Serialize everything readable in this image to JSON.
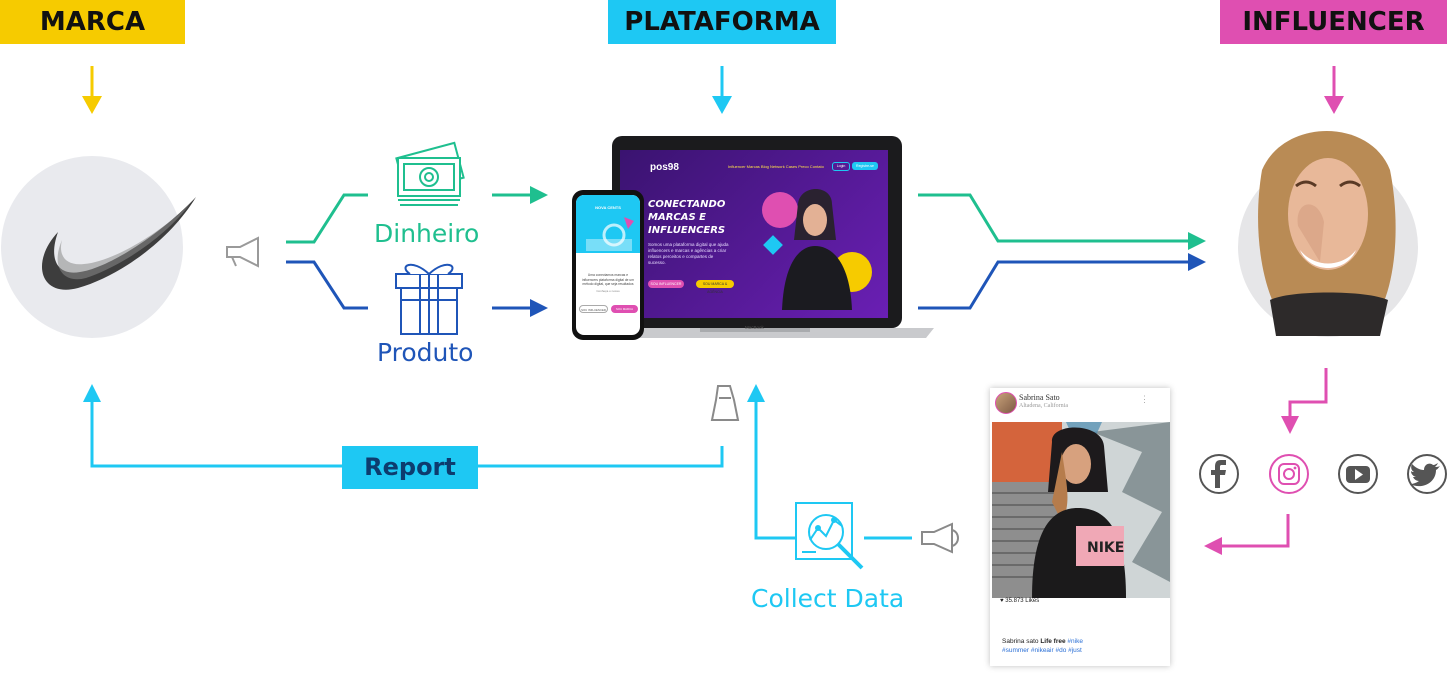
{
  "columns": {
    "marca": "MARCA",
    "plataforma": "PLATAFORMA",
    "influencer": "INFLUENCER"
  },
  "flows": {
    "money": "Dinheiro",
    "product": "Produto",
    "report": "Report",
    "collect": "Collect Data"
  },
  "colors": {
    "marca": "#f6cb00",
    "plataforma": "#1ec8f3",
    "influencer": "#df4fb1",
    "money": "#1fbf8f",
    "product": "#1f55b8"
  },
  "platform_site": {
    "logo": "pos98",
    "nav": "Influencer  Marcas  Blog  Network  Cases  Preco  Contato",
    "login": "Login",
    "signup": "Registre-se",
    "headline": "CONECTANDO MARCAS E INFLUENCERS",
    "description": "Somos uma plataforma digital que ajuda influencers e marcas e agências a criar relatos perceitos e compartes de sucesso.",
    "btn_primary": "SOU INFLUENCER",
    "btn_secondary": "SOU MARCA & AGÊNCIA",
    "device_label": "MacBook"
  },
  "phone_app": {
    "title": "NOVA CENTS",
    "text": "Uma conectamos marcas e influencers plataforma digital de um método digital, que seja resultados",
    "link": "Conheça o nosso",
    "btn_left": "SOU INFLUENCER",
    "btn_right": "SOU MARCA"
  },
  "instagram_post": {
    "username": "Sabrina Sato",
    "location": "Altadena, California",
    "likes": "35.873 Likes",
    "caption_user": "Sabrina sato",
    "caption_text": "Life free",
    "hashtags_line1": "#nike",
    "hashtags_line2": "#summer #nikeair #do #just"
  },
  "social_icons": [
    "facebook-icon",
    "instagram-icon",
    "youtube-icon",
    "twitter-icon"
  ]
}
